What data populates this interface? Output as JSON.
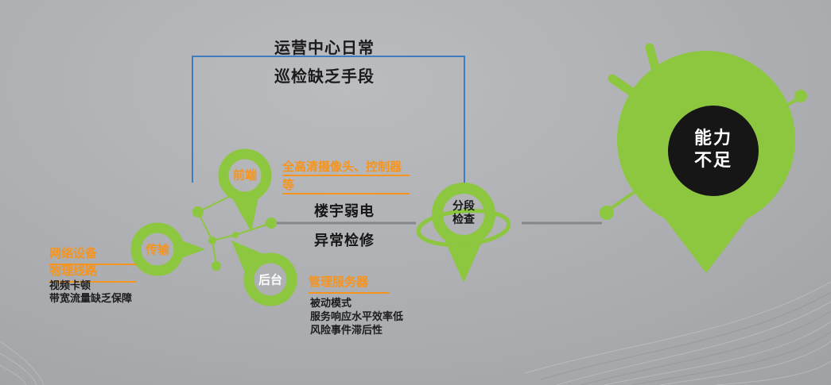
{
  "colors": {
    "green": "#8dc63f",
    "orange": "#f7941d",
    "blue": "#3e7bc1",
    "text_dark": "#1a1a1a",
    "pin_core_black": "#161616",
    "background_gray": "#a8aaad",
    "connector_gray": "#85878a",
    "result_text_white": "#ffffff"
  },
  "bracket_callout": {
    "line1": "运营中心日常",
    "line2": "巡检缺乏手段"
  },
  "network_pins": {
    "front": {
      "label": "前端",
      "device_note": "全高清摄像头、控制器等"
    },
    "transmission": {
      "label": "传输",
      "device_notes": [
        "网络设备",
        "物理线路"
      ],
      "issue_notes": [
        "视频卡顿",
        "带宽流量缺乏保障"
      ]
    },
    "backend": {
      "label": "后台",
      "device_note": "管理服务器",
      "issue_notes": [
        "被动模式",
        "服务响应水平效率低",
        "风险事件滞后性"
      ]
    }
  },
  "middle_label": {
    "line1": "楼宇弱电",
    "line2": "异常检修"
  },
  "segment_pin": {
    "line1": "分段",
    "line2": "检查"
  },
  "result_pin": {
    "line1": "能力",
    "line2": "不足"
  }
}
